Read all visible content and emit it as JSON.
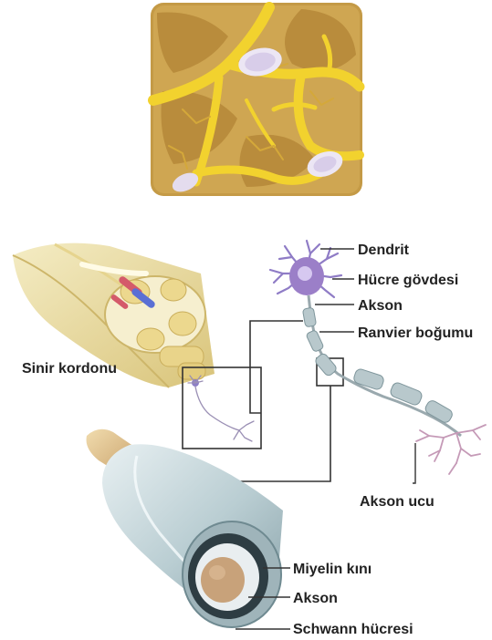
{
  "labels": {
    "dendrit": "Dendrit",
    "hucre_govdesi": "Hücre gövdesi",
    "akson_top": "Akson",
    "ranvier": "Ranvier boğumu",
    "sinir_kordonu": "Sinir kordonu",
    "akson_ucu": "Akson ucu",
    "miyelin": "Miyelin kını",
    "akson_bottom": "Akson",
    "schwann": "Schwann hücresi"
  },
  "colors": {
    "tissue_background": "#c9a24a",
    "tissue_yellow": "#f2d22e",
    "neuron_purple": "#9b7fc8",
    "myelin_gray": "#b8c8cc",
    "axon_core": "#c8a27a",
    "nerve_yellow": "#efe4a8",
    "label_text": "#222222",
    "leader_line": "#333333"
  }
}
